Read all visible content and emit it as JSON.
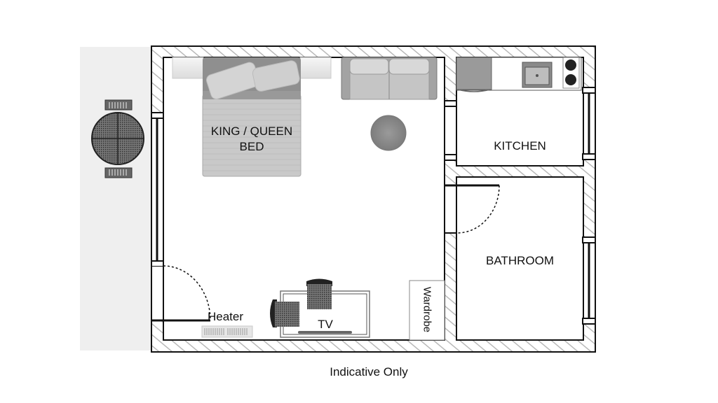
{
  "plan": {
    "rooms": [
      {
        "id": "main",
        "label_line1": "KING / QUEEN",
        "label_line2": "BED"
      },
      {
        "id": "kitchen",
        "label": "KITCHEN"
      },
      {
        "id": "bathroom",
        "label": "BATHROOM"
      }
    ],
    "fixtures": {
      "heater": "Heater",
      "tv": "TV",
      "wardrobe": "Wardrobe"
    },
    "caption": "Indicative Only",
    "colors": {
      "wall_line": "#111111",
      "hatch": "#b5b5b5",
      "outdoor_area": "#efefef",
      "furniture_gray": "#8a8a8a",
      "bed_cover": "#c7c7c7",
      "table_wood": "#8d8d8d"
    }
  }
}
